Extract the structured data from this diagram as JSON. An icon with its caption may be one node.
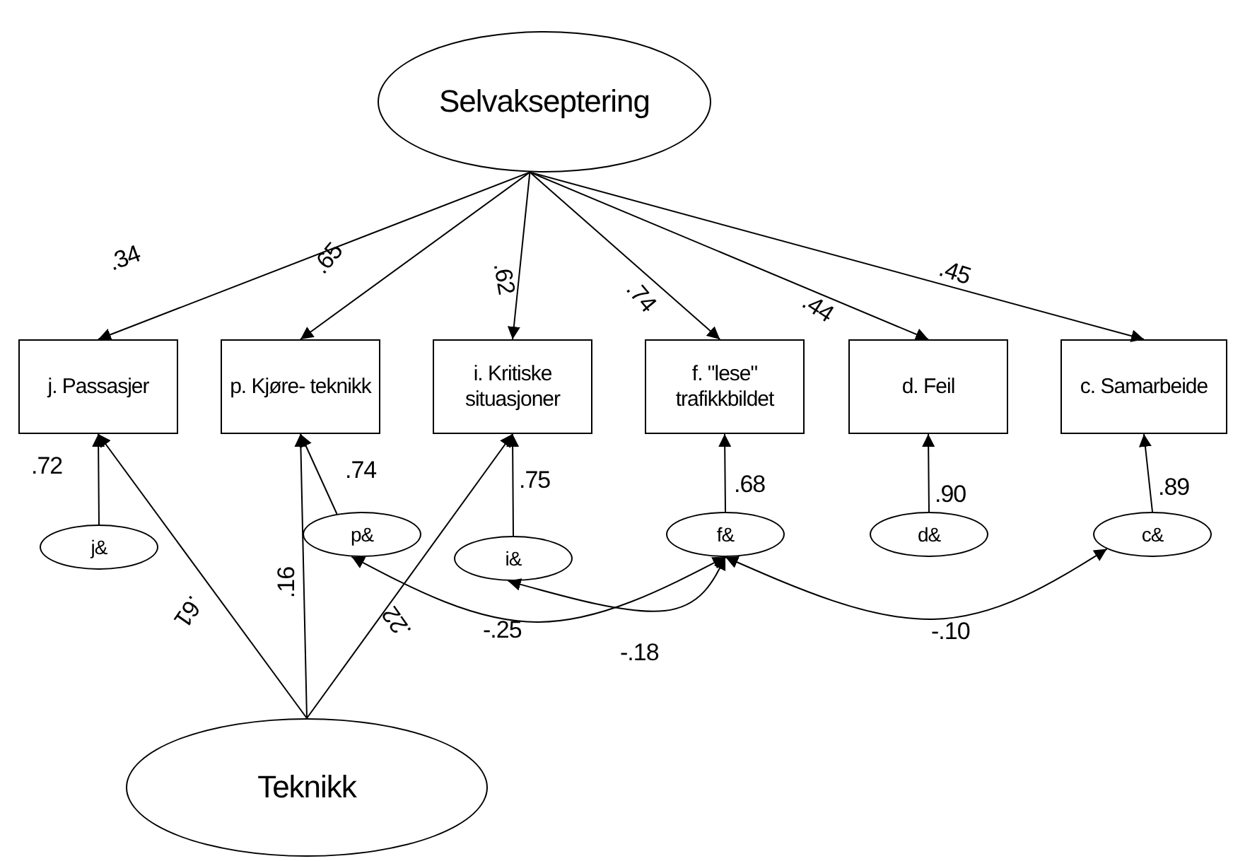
{
  "diagram": {
    "nodes": [
      {
        "text": [
          "Selvakseptering"
        ]
      },
      {
        "text": [
          "j. Passasjer"
        ]
      },
      {
        "text": [
          "p. Kjøre- teknikk"
        ]
      },
      {
        "text": [
          "i. Kritiske situasjoner"
        ]
      },
      {
        "text": [
          "f. \"lese\" trafikkbildet"
        ]
      },
      {
        "text": [
          "d. Feil"
        ]
      },
      {
        "text": [
          "c. Samarbeide"
        ]
      },
      {
        "text": [
          "j&"
        ]
      },
      {
        "text": [
          "p&"
        ]
      },
      {
        "text": [
          "i&"
        ]
      },
      {
        "text": [
          "f&"
        ]
      },
      {
        "text": [
          "d&"
        ]
      },
      {
        "text": [
          "c&"
        ]
      },
      {
        "text": [
          "Teknikk"
        ]
      }
    ],
    "edges": [
      {
        "from": 0,
        "to": 1,
        "arrow": "to",
        "label": ".34"
      },
      {
        "from": 0,
        "to": 2,
        "arrow": "to",
        "label": ".65"
      },
      {
        "from": 0,
        "to": 3,
        "arrow": "to",
        "label": ".62"
      },
      {
        "from": 0,
        "to": 4,
        "arrow": "to",
        "label": ".74"
      },
      {
        "from": 0,
        "to": 5,
        "arrow": "to",
        "label": ".44"
      },
      {
        "from": 0,
        "to": 6,
        "arrow": "to",
        "label": ".45"
      },
      {
        "from": 7,
        "to": 1,
        "arrow": "to",
        "label": ".72"
      },
      {
        "from": 8,
        "to": 2,
        "arrow": "to",
        "label": ".74"
      },
      {
        "from": 9,
        "to": 3,
        "arrow": "to",
        "label": ".75"
      },
      {
        "from": 10,
        "to": 4,
        "arrow": "to",
        "label": ".68"
      },
      {
        "from": 11,
        "to": 5,
        "arrow": "to",
        "label": ".90"
      },
      {
        "from": 12,
        "to": 6,
        "arrow": "to",
        "label": ".89"
      },
      {
        "from": 13,
        "to": 1,
        "arrow": "to",
        "label": ".61"
      },
      {
        "from": 13,
        "to": 2,
        "arrow": "to",
        "label": ".16"
      },
      {
        "from": 13,
        "to": 3,
        "arrow": "to",
        "label": ".22"
      },
      {
        "from": 10,
        "to": 8,
        "arrow": "both",
        "label": "-.25"
      },
      {
        "from": 10,
        "to": 9,
        "arrow": "both",
        "label": "-.18"
      },
      {
        "from": 10,
        "to": 12,
        "arrow": "both",
        "label": "-.10"
      }
    ]
  }
}
